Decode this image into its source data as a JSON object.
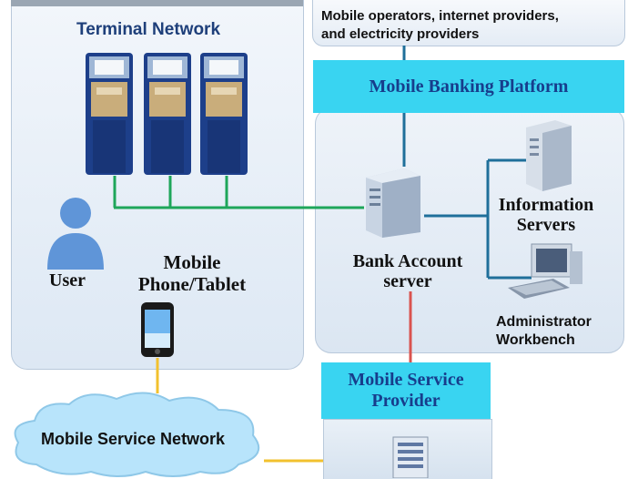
{
  "terminal_network": {
    "label": "Terminal Network"
  },
  "operators": {
    "line1": "Mobile operators, internet providers,",
    "line2": "and electricity providers"
  },
  "platform": {
    "label": "Mobile Banking Platform"
  },
  "user": {
    "label": "User"
  },
  "phone": {
    "line1": "Mobile",
    "line2": "Phone/Tablet"
  },
  "bank_server": {
    "line1": "Bank Account",
    "line2": "server"
  },
  "info_servers": {
    "line1": "Information",
    "line2": "Servers"
  },
  "admin": {
    "line1": "Administrator",
    "line2": "Workbench"
  },
  "provider": {
    "line1": "Mobile Service",
    "line2": "Provider"
  },
  "network": {
    "label": "Mobile  Service Network"
  },
  "colors": {
    "cyan": "#39d4f1",
    "green_link": "#1ea65a",
    "blue_link": "#1f6f9a",
    "red_link": "#d9534f",
    "yellow_link": "#f2c12e"
  }
}
